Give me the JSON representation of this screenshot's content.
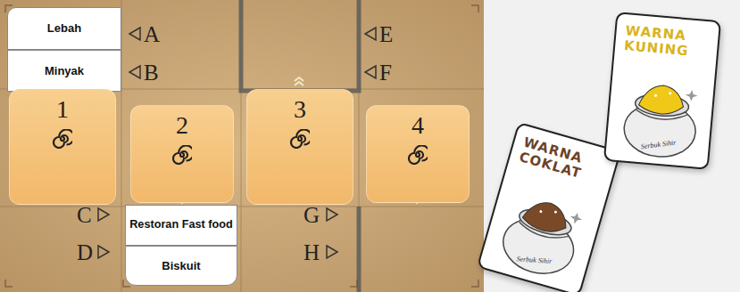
{
  "diagram": {
    "nodes": [
      {
        "text": [
          "Lebah"
        ]
      },
      {
        "text": [
          "Minyak"
        ]
      },
      {
        "text": [
          "1"
        ]
      },
      {
        "text": [
          "2"
        ]
      },
      {
        "text": [
          "3"
        ]
      },
      {
        "text": [
          "4"
        ]
      },
      {
        "text": [
          "Restoran Fast food"
        ]
      },
      {
        "text": [
          "Biskuit"
        ]
      },
      {
        "text": [
          "WARNA COKLAT",
          "Serbuk Sihir"
        ]
      },
      {
        "text": [
          "WARNA KUNING",
          "Serbuk Sihir"
        ]
      }
    ],
    "labels": [
      "A",
      "B",
      "C",
      "D",
      "E",
      "F",
      "G",
      "H"
    ]
  }
}
